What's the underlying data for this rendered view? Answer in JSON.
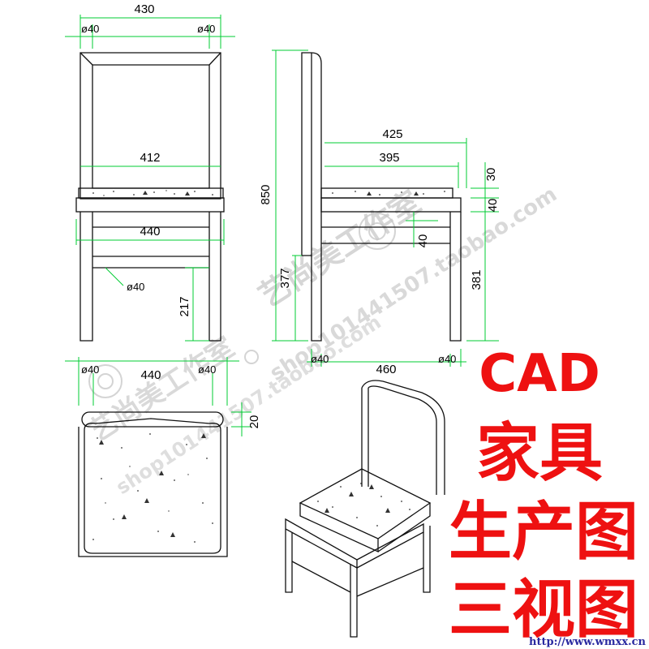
{
  "drawing": {
    "front_view": {
      "width": "430",
      "top_left_dia": "ø40",
      "top_right_dia": "ø40",
      "seat_inner_width": "412",
      "rail_width": "440",
      "leg_dia": "ø40",
      "stretcher_height": "217"
    },
    "side_view": {
      "total_height": "850",
      "back_lower_height": "377",
      "seat_depth_outer": "425",
      "seat_depth_inner": "395",
      "cushion_thickness": "30",
      "rail_gap": "40",
      "rail_depth": "40",
      "seat_height": "381",
      "base_depth": "460",
      "left_leg_dia": "ø40",
      "right_leg_dia": "ø40"
    },
    "top_view": {
      "width": "440",
      "left_dia": "ø40",
      "right_dia": "ø40",
      "rail_offset": "20"
    }
  },
  "title": {
    "line1": "CAD",
    "line2": "家具",
    "line3": "生产图",
    "line4": "三视图",
    "color": "#ee1111"
  },
  "watermark": {
    "studio": "艺尚美工作室",
    "shop": "shop101441507.taobao.com"
  },
  "footer_url": "http://www.wmxx.cn",
  "colors": {
    "dimension_lines": "#00cc33",
    "outlines": "#111111",
    "title": "#ee1111"
  }
}
